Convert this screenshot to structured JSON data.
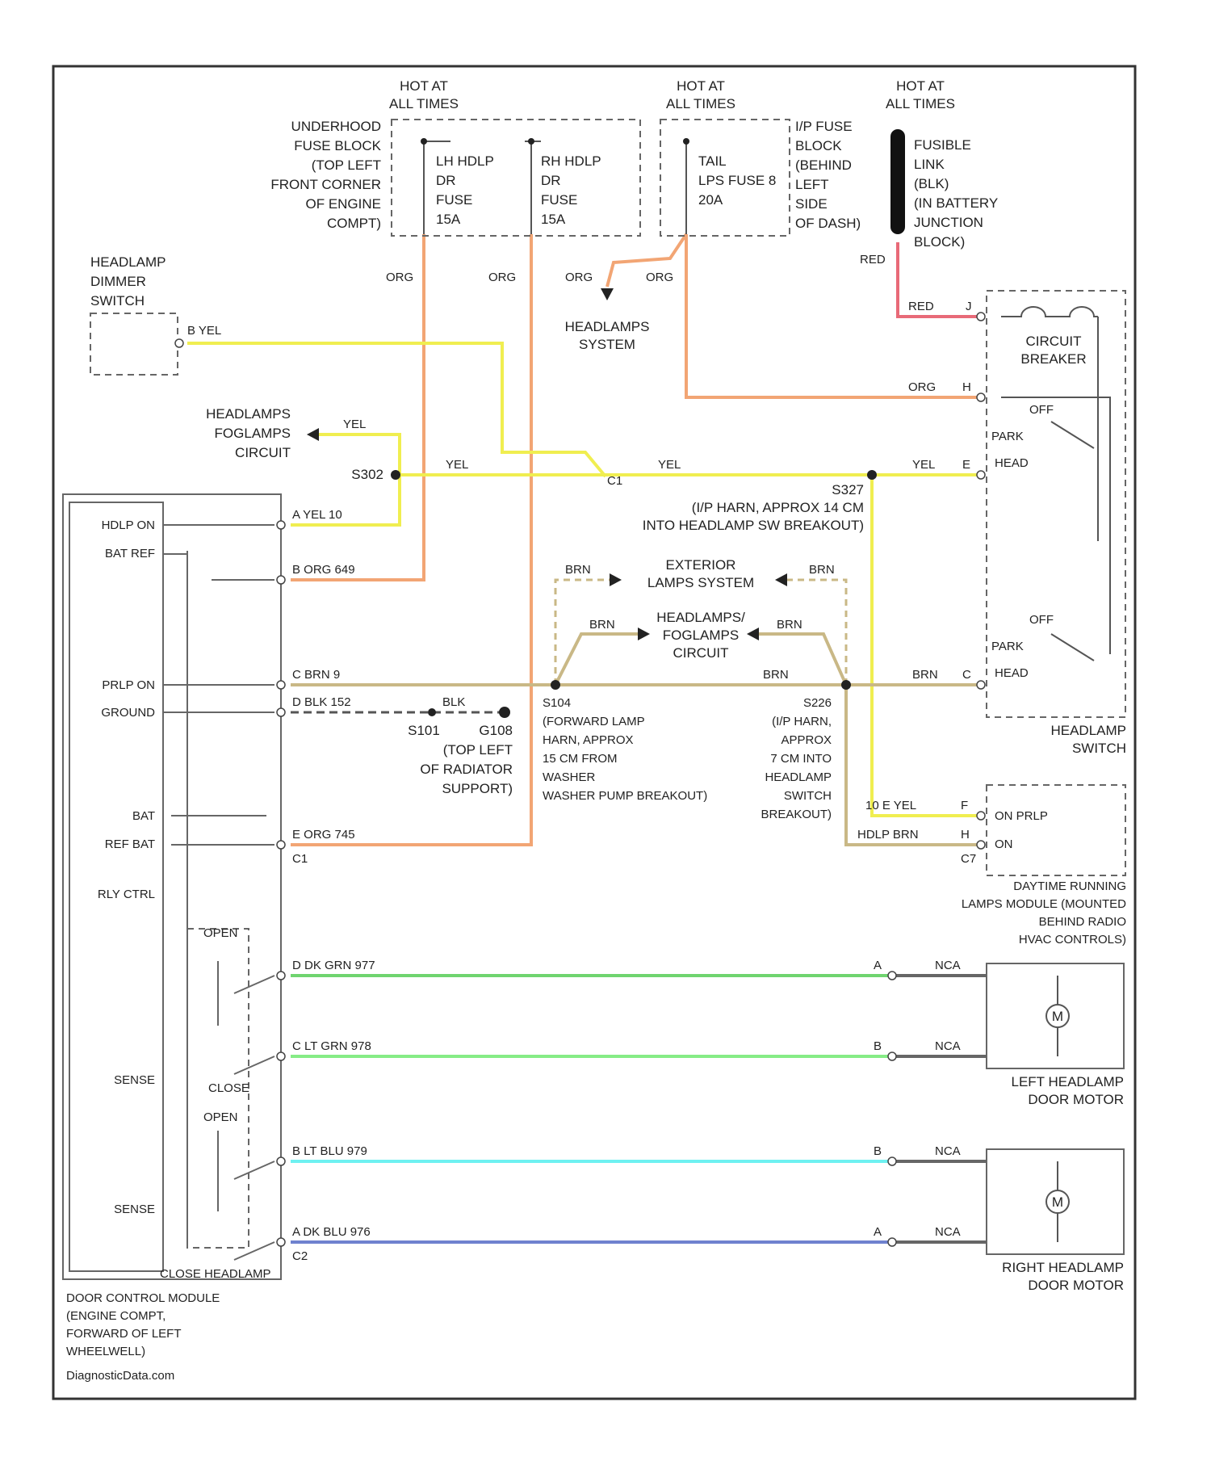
{
  "colors": {
    "ORG": "#f2a574",
    "YEL": "#f0ee50",
    "RED": "#e86a78",
    "BRN": "#c9b886",
    "BLK": "#555555",
    "DK_GRN": "#6fd46f",
    "LT_GRN": "#86ec86",
    "LT_BLU": "#6ef1f1",
    "DK_BLU": "#6f82cf",
    "NCA": "#666666"
  },
  "hot_labels": {
    "h1": [
      "HOT AT",
      "ALL TIMES"
    ],
    "h2": [
      "HOT AT",
      "ALL TIMES"
    ],
    "h3": [
      "HOT AT",
      "ALL TIMES"
    ]
  },
  "underhood_fuse_block": [
    "UNDERHOOD",
    "FUSE BLOCK",
    "(TOP LEFT",
    "FRONT CORNER",
    "OF ENGINE",
    "COMPT)"
  ],
  "lh_fuse": [
    "LH HDLP",
    "DR",
    "FUSE",
    "15A"
  ],
  "rh_fuse": [
    "RH HDLP",
    "DR",
    "FUSE",
    "15A"
  ],
  "tail_fuse": [
    "TAIL",
    "LPS FUSE 8",
    "20A"
  ],
  "ip_fuse_block": [
    "I/P FUSE",
    "BLOCK",
    "(BEHIND",
    "LEFT",
    "SIDE",
    "OF DASH)"
  ],
  "fusible_link": [
    "FUSIBLE",
    "LINK",
    "(BLK)",
    "(IN BATTERY",
    "JUNCTION",
    "BLOCK)"
  ],
  "headlamp_dimmer_switch": [
    "HEADLAMP",
    "DIMMER",
    "SWITCH"
  ],
  "headlamps_system": [
    "HEADLAMPS",
    "SYSTEM"
  ],
  "headlamps_foglamps_circuit_top": [
    "HEADLAMPS",
    "FOGLAMPS",
    "CIRCUIT"
  ],
  "exterior_lamps_system": [
    "EXTERIOR",
    "LAMPS SYSTEM"
  ],
  "headlamps_foglamps_circuit_mid": [
    "HEADLAMPS/",
    "FOGLAMPS",
    "CIRCUIT"
  ],
  "circuit_breaker": [
    "CIRCUIT",
    "BREAKER"
  ],
  "headlamp_switch": [
    "HEADLAMP",
    "SWITCH"
  ],
  "switch_positions": {
    "off": "OFF",
    "park": "PARK",
    "head": "HEAD"
  },
  "s327": [
    "S327",
    "(I/P HARN, APPROX 14 CM",
    "INTO HEADLAMP SW BREAKOUT)"
  ],
  "s302": "S302",
  "s104": [
    "S104",
    "(FORWARD LAMP",
    "HARN, APPROX",
    "15 CM FROM",
    "WASHER",
    "WASHER PUMP BREAKOUT)"
  ],
  "s226": [
    "S226",
    "(I/P HARN,",
    "APPROX",
    "7 CM INTO",
    "HEADLAMP",
    "SWITCH",
    "BREAKOUT)"
  ],
  "s101": "S101",
  "g108": [
    "G108",
    "(TOP LEFT",
    "OF RADIATOR",
    "SUPPORT)"
  ],
  "drl_module": [
    "DAYTIME RUNNING",
    "LAMPS MODULE (MOUNTED",
    "BEHIND RADIO",
    "HVAC CONTROLS)"
  ],
  "drl_pins": {
    "on_prlp": "ON PRLP",
    "on": "ON"
  },
  "door_control_module": [
    "DOOR CONTROL MODULE",
    "(ENGINE COMPT,",
    "FORWARD OF LEFT",
    "WHEELWELL)"
  ],
  "module_pins": [
    "HDLP ON",
    "BAT REF",
    "PRLP ON",
    "GROUND",
    "BAT",
    "REF BAT",
    "RLY CTRL",
    "SENSE",
    "SENSE"
  ],
  "module_inner": {
    "open": "OPEN",
    "close": "CLOSE",
    "open2": "OPEN",
    "close_headlamp": "CLOSE HEADLAMP"
  },
  "left_motor": [
    "LEFT HEADLAMP",
    "DOOR MOTOR"
  ],
  "right_motor": [
    "RIGHT HEADLAMP",
    "DOOR MOTOR"
  ],
  "motor_symbol": "M",
  "wires": {
    "org1": "ORG",
    "org2": "ORG",
    "org3": "ORG",
    "org4": "ORG",
    "red1": "RED",
    "red2": "RED",
    "red_pin": "J",
    "org_cb": "ORG",
    "org_cb_pin": "H",
    "dimmer_yel": "B  YEL",
    "yel_fog": "YEL",
    "yel_s302": "YEL",
    "yel_mid": "YEL",
    "yel_sw": "YEL",
    "yel_sw_pin": "E",
    "c1": "C1",
    "hdlp_on_wire": "A  YEL  10",
    "bat_ref_wire": "B  ORG  649",
    "prlp_wire": "C  BRN  9",
    "ground_wire": "D  BLK  152",
    "blk_g": "BLK",
    "bat_wire": "E  ORG  745",
    "c1b": "C1",
    "brn_a": "BRN",
    "brn_b": "BRN",
    "brn_c": "BRN",
    "brn_d": "BRN",
    "brn_main": "BRN",
    "brn_sw": "BRN",
    "brn_sw_pin": "C",
    "drl_yel": "10 E  YEL",
    "drl_yel_pin": "F",
    "drl_brn": "HDLP  BRN",
    "drl_brn_pin": "H",
    "c7": "C7",
    "w977": "D  DK GRN   977",
    "w978": "C  LT GRN   978",
    "w979": "B  LT BLU   979",
    "w976": "A  DK BLU   976",
    "c2": "C2",
    "nca1": "NCA",
    "nca2": "NCA",
    "nca3": "NCA",
    "nca4": "NCA",
    "pin_a1": "A",
    "pin_b1": "B",
    "pin_b2": "B",
    "pin_a2": "A"
  },
  "footer": "DiagnosticData.com"
}
